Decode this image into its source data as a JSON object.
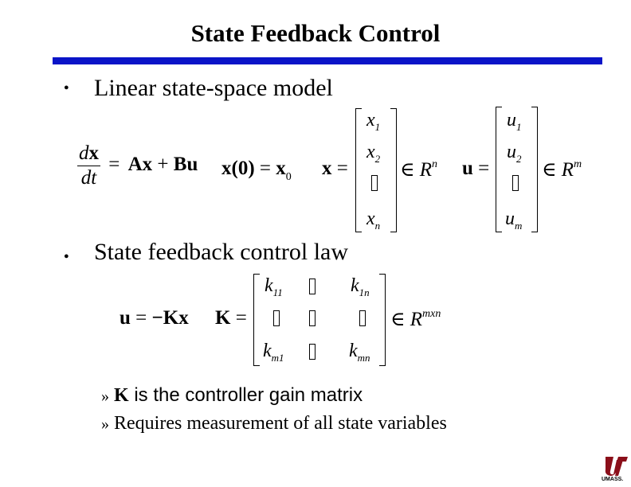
{
  "slide": {
    "title": "State Feedback Control",
    "accent_color": "#0a14c8"
  },
  "bullets": [
    {
      "text": "Linear state-space model"
    },
    {
      "text": "State feedback control law"
    }
  ],
  "model": {
    "d": "d",
    "x": "x",
    "dt": "dt",
    "eq_rhs_A": "Ax",
    "plus": "+",
    "eq_rhs_B": "Bu",
    "ic_lhs": "x(0)",
    "ic_eq": "=",
    "x0_x": "x",
    "x0_sub": "0",
    "x_vec_lhs": "x",
    "u_vec_lhs": "u",
    "equals": "=",
    "x_entries": [
      {
        "var": "x",
        "sub": "1"
      },
      {
        "var": "x",
        "sub": "2"
      },
      {
        "var": "x",
        "sub": "n"
      }
    ],
    "u_entries": [
      {
        "var": "u",
        "sub": "1"
      },
      {
        "var": "u",
        "sub": "2"
      },
      {
        "var": "u",
        "sub": "m"
      }
    ],
    "in_symbol": "∈",
    "space": "R",
    "x_dim": "n",
    "u_dim": "m"
  },
  "law": {
    "u_lhs": "u",
    "u_rhs": "−Kx",
    "K_lhs": "K",
    "equals": "=",
    "entries": [
      {
        "var": "k",
        "sub": "11"
      },
      {
        "var": "k",
        "sub": "1n"
      },
      {
        "var": "k",
        "sub": "m1"
      },
      {
        "var": "k",
        "sub": "mn"
      }
    ],
    "in_symbol": "∈",
    "space": "R",
    "dim": "mxn"
  },
  "sub_bullets": [
    {
      "marker": "»",
      "bold_part": "K",
      "rest": " is the controller gain matrix"
    },
    {
      "marker": "»",
      "bold_part": "",
      "rest": "Requires measurement of all state variables"
    }
  ],
  "logo": {
    "text": "UMASS.",
    "icon": "umass-logo-icon",
    "color": "#8b0f1a"
  }
}
